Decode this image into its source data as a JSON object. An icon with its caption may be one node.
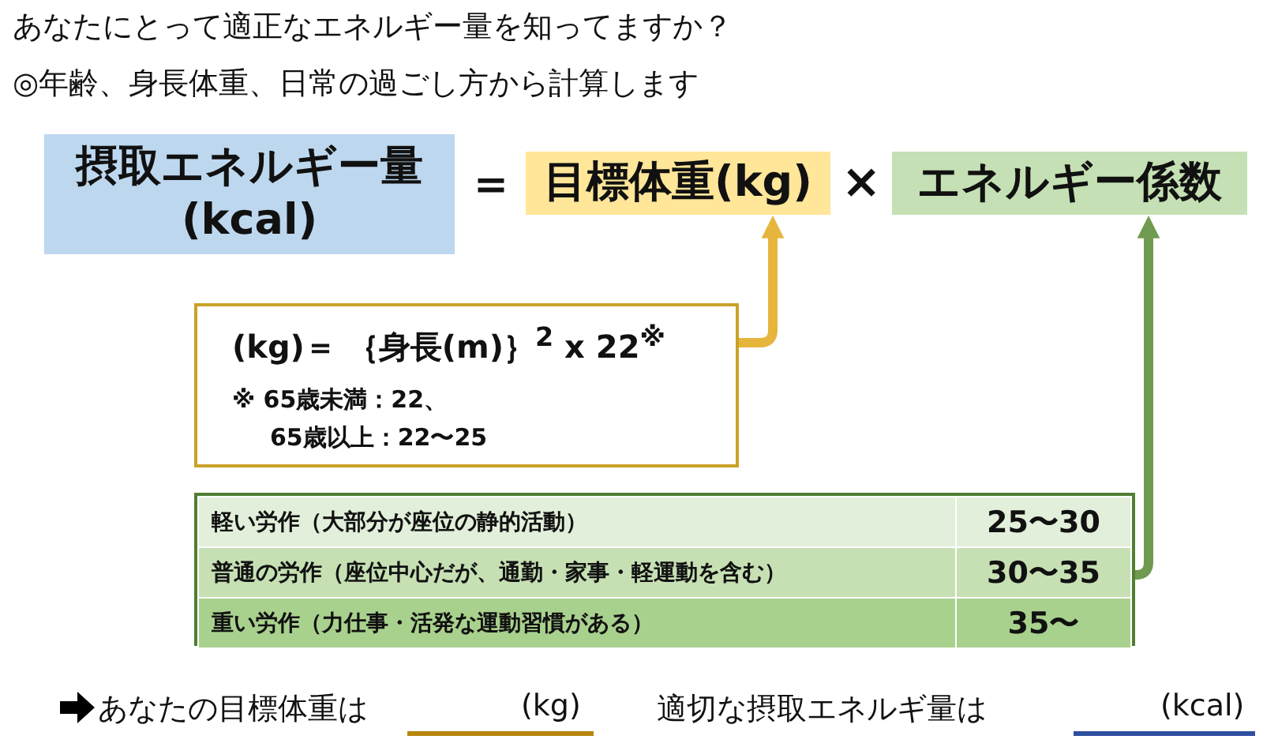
{
  "diagram": {
    "title": "あなたにとって適正なエネルギー量を知ってますか？",
    "nodes": [
      {
        "text": [
          "摂取エネルギー量 (kcal)"
        ]
      },
      {
        "text": [
          "目標体重(kg)"
        ]
      },
      {
        "text": [
          "エネルギー係数"
        ]
      },
      {
        "text": [
          "(kg)＝ ｛身長(m)｝$^{2}$ x 22$^{※}$",
          "※ 65歳未満：22、",
          "65歳以上：22〜25"
        ]
      },
      {
        "text": [
          "軽い労作（大部分が座位の静的活動）",
          "25〜30",
          "普通の労作（座位中心だが、通勤・家事・軽運動を含む）",
          "30〜35",
          "重い労作（力仕事・活発な運動習慣がある）",
          "35〜"
        ]
      }
    ],
    "edges": [
      {
        "from": 3,
        "to": 1,
        "arrow": "to",
        "color": "#e6b53c"
      },
      {
        "from": 4,
        "to": 2,
        "arrow": "to",
        "color": "#6f9a4f"
      }
    ],
    "labels": [
      "◎年齢、身長体重、日常の過ごし方から計算します",
      "＝",
      "×",
      "あなたの目標体重は",
      "(kg)",
      "適切な摂取エネルギ量は",
      "(kcal)"
    ]
  }
}
